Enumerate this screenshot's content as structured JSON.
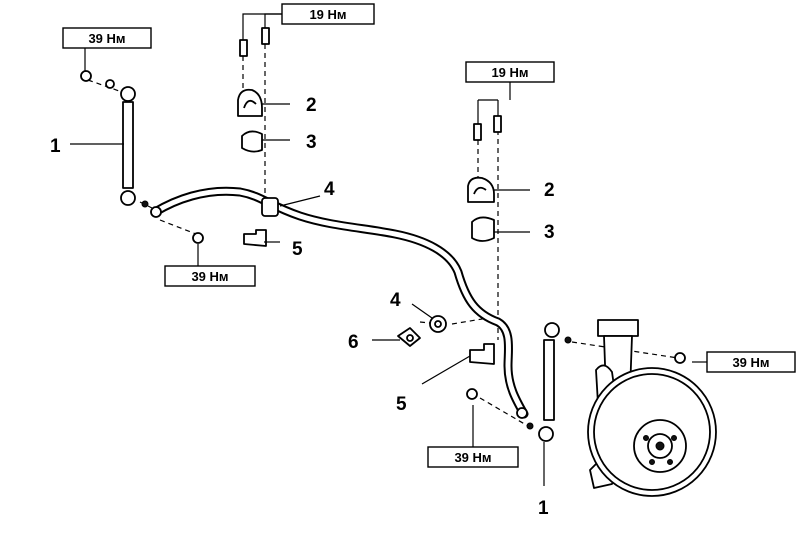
{
  "torque_labels": {
    "t1": "39 Нм",
    "t2": "19 Нм",
    "t3": "19 Нм",
    "t4": "39 Нм",
    "t5": "39 Нм",
    "t6": "39 Нм"
  },
  "callouts": {
    "link_left": "1",
    "link_right": "1",
    "clamp_upper": "2",
    "clamp_lower": "2",
    "bushing_upper": "3",
    "bushing_lower": "3",
    "bushing_bar_upper": "4",
    "bushing_bar_lower": "4",
    "bracket_upper": "5",
    "bracket_lower": "5",
    "bolt": "6"
  }
}
